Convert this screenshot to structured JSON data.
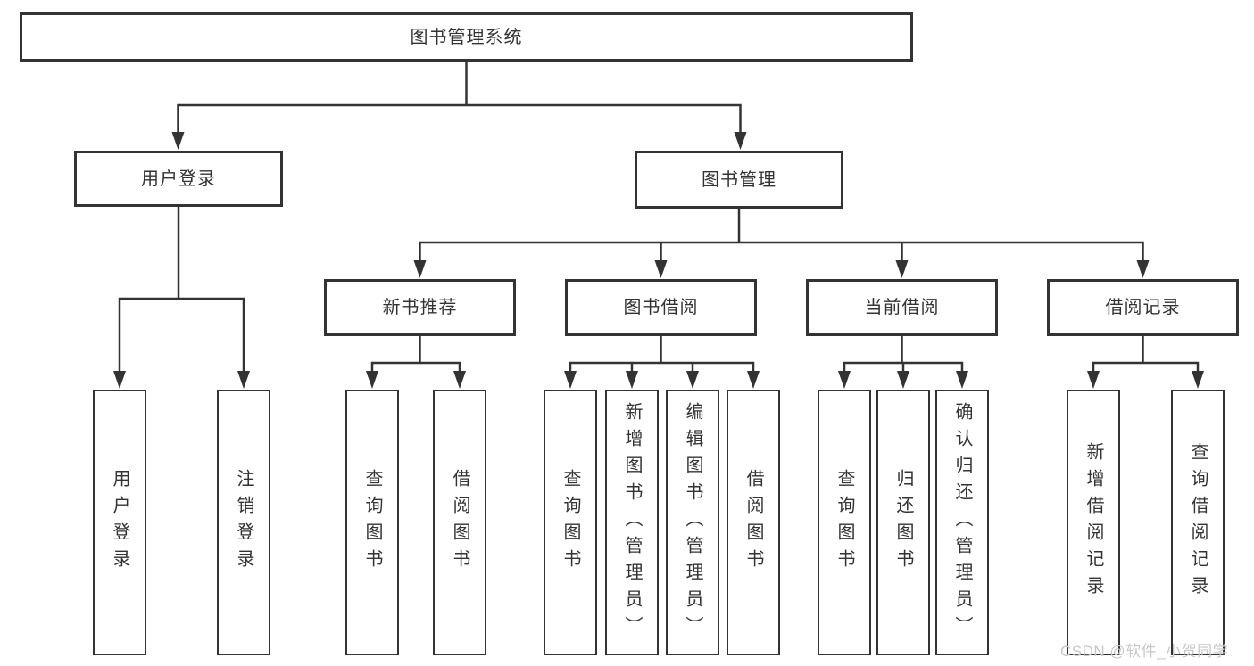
{
  "diagram": {
    "title": "图书管理系统",
    "root": {
      "label": "图书管理系统"
    },
    "level2": [
      {
        "label": "用户登录"
      },
      {
        "label": "图书管理"
      }
    ],
    "level3": [
      {
        "label": "新书推荐"
      },
      {
        "label": "图书借阅"
      },
      {
        "label": "当前借阅"
      },
      {
        "label": "借阅记录"
      }
    ],
    "leaves": {
      "user_login": [
        "用户登录",
        "注销登录"
      ],
      "new_book_recommend": [
        "查询图书",
        "借阅图书"
      ],
      "book_borrow": [
        "查询图书",
        "新增图书（管理员）",
        "编辑图书（管理员）",
        "借阅图书"
      ],
      "current_borrow": [
        "查询图书",
        "归还图书",
        "确认归还（管理员）"
      ],
      "borrow_records": [
        "新增借阅记录",
        "查询借阅记录"
      ]
    }
  },
  "watermark": "CSDN @软件_小贺同学",
  "colors": {
    "line": "#333333",
    "text": "#333333",
    "box_fill": "#ffffff",
    "watermark": "#c8c8c8"
  }
}
